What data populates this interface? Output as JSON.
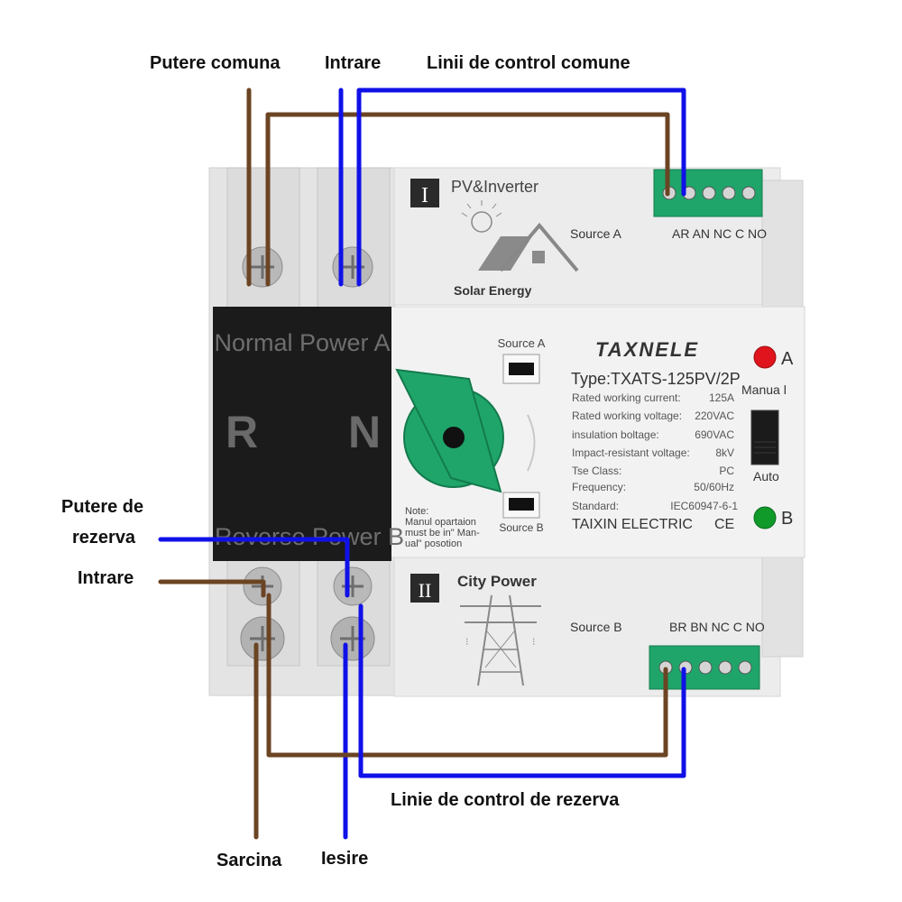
{
  "callouts": {
    "common_power": "Putere comuna",
    "input_top": "Intrare",
    "common_control_lines": "Linii de control comune",
    "backup_power_line1": "Putere de",
    "backup_power_line2": "rezerva",
    "input_bottom": "Intrare",
    "backup_control_line": "Linie de control de rezerva",
    "load": "Sarcina",
    "output": "Iesire"
  },
  "device": {
    "section_1": {
      "roman": "I",
      "title": "PV&Inverter",
      "sub": "Solar Energy",
      "source": "Source A",
      "terminals": "AR AN NC C NO"
    },
    "section_2": {
      "roman": "II",
      "title": "City  Power",
      "source": "Source B",
      "terminals": "BR BN NC C NO"
    },
    "black_panel": {
      "top_label": "Normal  Power  A",
      "left_letter": "R",
      "right_letter": "N",
      "bottom_label": "Reverse  Power  B"
    },
    "window_a_label": "Source A",
    "window_b_label": "Source B",
    "note": [
      "Note:",
      "Manul opartaion",
      "must be in\" Man-",
      "ual\"   posotion"
    ],
    "brand": "TAXNELE",
    "type": "Type:TXATS-125PV/2P",
    "specs": [
      {
        "label": "Rated working current:",
        "value": "125A"
      },
      {
        "label": "Rated working voltage:",
        "value": "220VAC"
      },
      {
        "label": "insulation boltage:",
        "value": "690VAC"
      },
      {
        "label": "Impact-resistant voltage:",
        "value": "8kV"
      },
      {
        "label": "Tse  Class:",
        "value": "PC"
      },
      {
        "label": "Frequency:",
        "value": "50/60Hz"
      },
      {
        "label": "Standard:",
        "value": "IEC60947-6-1"
      }
    ],
    "maker": "TAIXIN ELECTRIC",
    "ce": "CE",
    "led_a": "A",
    "led_b": "B",
    "manual": "Manua l",
    "auto": "Auto"
  },
  "colors": {
    "live_wire": "#6b4423",
    "neutral_wire": "#1010e8",
    "housing": "#e9e9ea",
    "panel": "#1b1b1b",
    "terminal_green": "#1fa56a",
    "led_red": "#e0141c",
    "led_green": "#109a2a"
  }
}
